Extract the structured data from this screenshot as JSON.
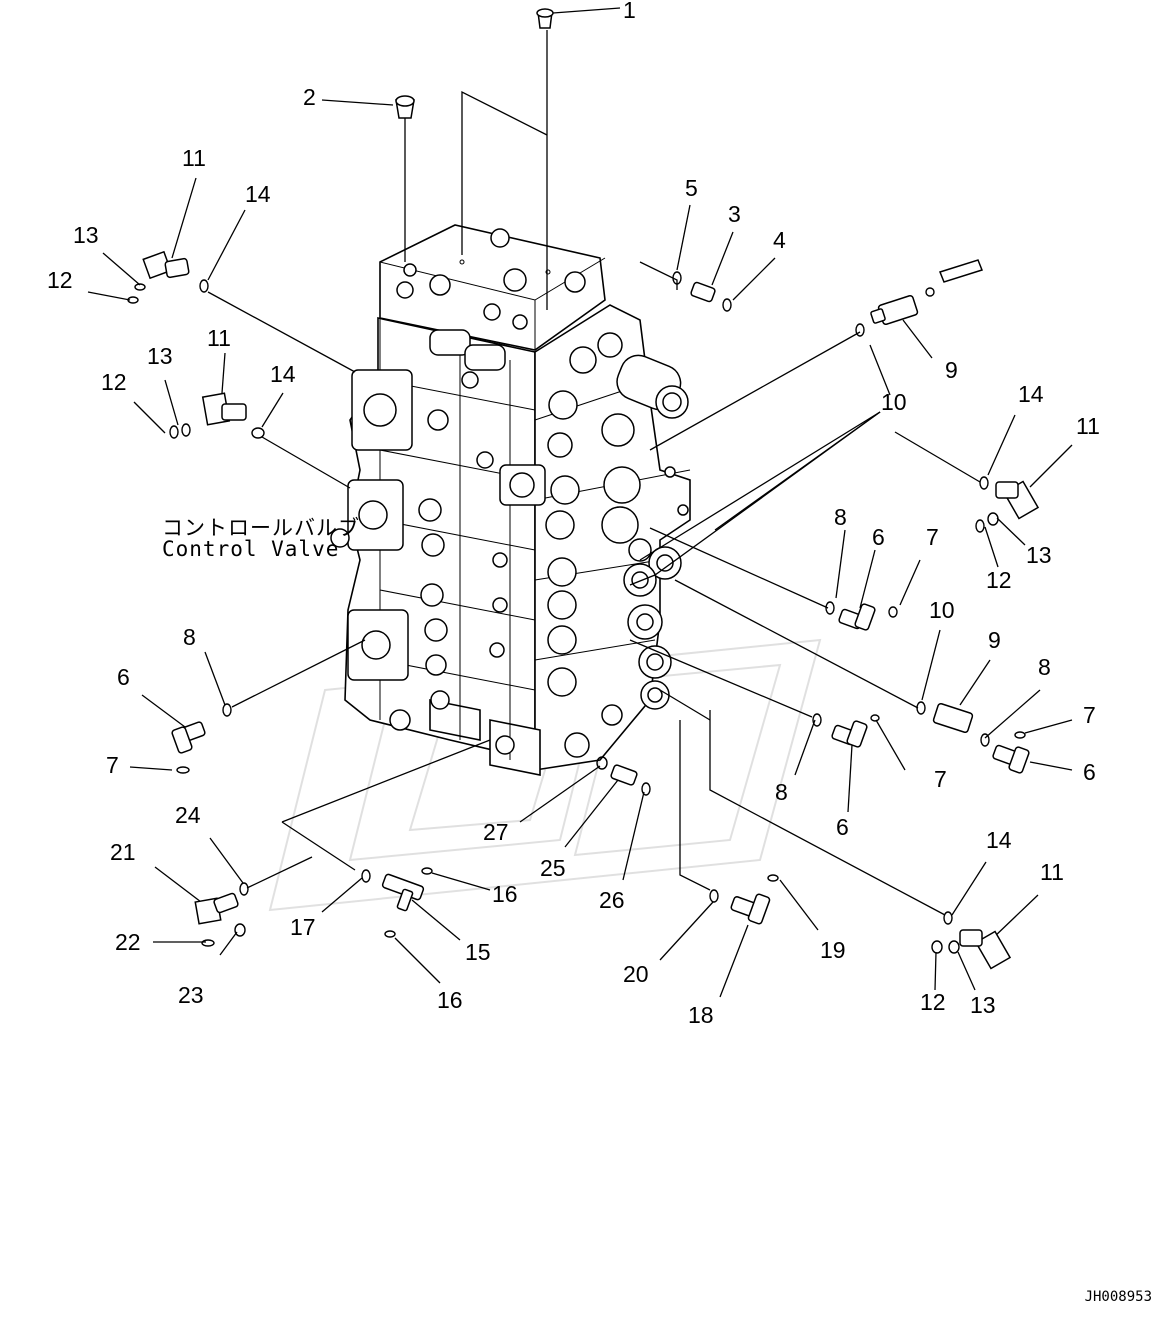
{
  "assembly_label": {
    "japanese": "コントロールバルブ",
    "english": "Control Valve"
  },
  "drawing_number": "JH008953",
  "callouts": [
    "1",
    "2",
    "3",
    "4",
    "5",
    "6",
    "7",
    "8",
    "9",
    "10",
    "11",
    "12",
    "13",
    "14",
    "15",
    "16",
    "17",
    "18",
    "19",
    "20",
    "21",
    "22",
    "23",
    "24",
    "25",
    "26",
    "27"
  ]
}
